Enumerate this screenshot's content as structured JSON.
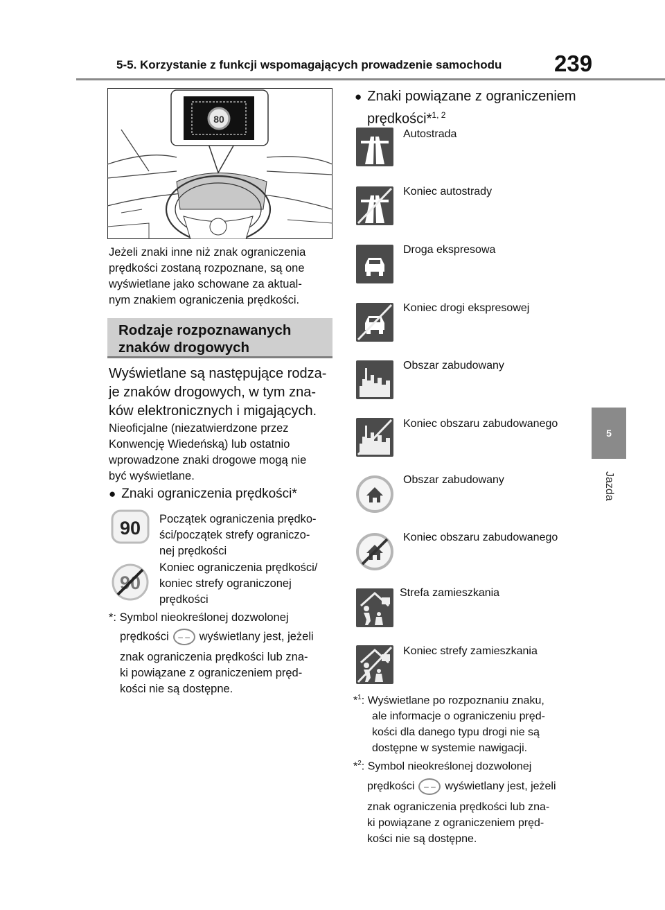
{
  "header": {
    "title": "5-5. Korzystanie z funkcji wspomagających prowadzenie samochodu",
    "page_number": "239"
  },
  "side_tab": {
    "number": "5",
    "label": "Jazda"
  },
  "left": {
    "intro": [
      "Jeżeli znaki inne niż znak ograniczenia",
      "prędkości zostaną rozpoznane, są one",
      "wyświetlane jako schowane za aktual-",
      "nym znakiem ograniczenia prędkości."
    ],
    "section_title": [
      "Rodzaje rozpoznawanych",
      "znaków drogowych"
    ],
    "lead": [
      "Wyświetlane są następujące rodza-",
      "je znaków drogowych, w tym zna-",
      "ków elektronicznych i migających."
    ],
    "note": [
      "Nieoficjalne (niezatwierdzone przez",
      "Konwencję Wiedeńską) lub ostatnio",
      "wprowadzone znaki drogowe mogą nie",
      "być wyświetlane."
    ],
    "bullet": "Znaki ograniczenia prędkości*",
    "sign1_text": [
      "Początek ograniczenia prędko-",
      "ści/początek strefy ograniczo-",
      "nej prędkości"
    ],
    "sign2_text": [
      "Koniec ograniczenia prędkości/",
      "koniec strefy ograniczonej",
      "prędkości"
    ],
    "display_sign_value": "80",
    "speed_sign_value": "90",
    "footnote": {
      "marker": "*: Symbol nieokreślonej dozwolonej",
      "line2a": "prędkości",
      "line2b": "wyświetlany jest, jeżeli",
      "line3": "znak ograniczenia prędkości lub zna-",
      "line4": "ki powiązane z ograniczeniem pręd-",
      "line5": "kości nie są dostępne."
    }
  },
  "right": {
    "bullet": "Znaki powiązane z ograniczeniem",
    "bullet2": "prędkości*",
    "bullet_sup": "1, 2",
    "signs": [
      {
        "label": "Autostrada",
        "icon": "motorway-icon"
      },
      {
        "label": "Koniec autostrady",
        "icon": "end-motorway-icon"
      },
      {
        "label": "Droga ekspresowa",
        "icon": "expressway-icon"
      },
      {
        "label": "Koniec drogi ekspresowej",
        "icon": "end-expressway-icon"
      },
      {
        "label": "Obszar zabudowany",
        "icon": "built-up-area-icon"
      },
      {
        "label": "Koniec obszaru zabudowanego",
        "icon": "end-built-up-area-icon"
      },
      {
        "label": "Obszar zabudowany",
        "icon": "built-up-area-round-icon"
      },
      {
        "label": "Koniec obszaru zabudowanego",
        "icon": "end-built-up-area-round-icon"
      },
      {
        "label": "Strefa zamieszkania",
        "icon": "residential-zone-icon"
      },
      {
        "label": "Koniec strefy zamieszkania",
        "icon": "end-residential-zone-icon"
      }
    ],
    "fn1": {
      "marker": "*",
      "sup": "1",
      "lines": [
        ": Wyświetlane po rozpoznaniu znaku,",
        "ale informacje o ograniczeniu pręd-",
        "kości dla danego typu drogi nie są",
        "dostępne w systemie nawigacji."
      ]
    },
    "fn2": {
      "marker": "*",
      "sup": "2",
      "line1": ": Symbol nieokreślonej dozwolonej",
      "line2a": "prędkości",
      "line2b": "wyświetlany jest, jeżeli",
      "line3": "znak ograniczenia prędkości lub zna-",
      "line4": "ki powiązane z ograniczeniem pręd-",
      "line5": "kości nie są dostępne."
    }
  },
  "undefined_symbol": "– –"
}
